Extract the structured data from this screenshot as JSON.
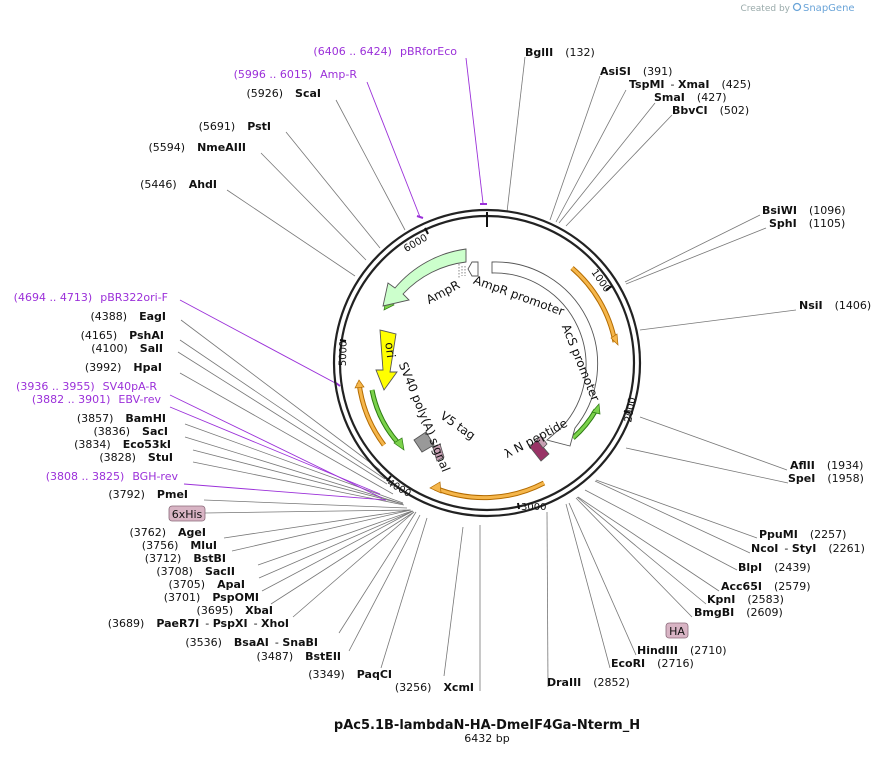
{
  "title": "pAc5.1B-lambdaN-HA-DmeIF4Ga-Nterm_H",
  "subtitle": "6432 bp",
  "credit": {
    "prefix": "Created by",
    "brand": "SnapGene"
  },
  "ticks": [
    {
      "label": "1000",
      "pos": 1000
    },
    {
      "label": "2000",
      "pos": 2000
    },
    {
      "label": "3000",
      "pos": 3000
    },
    {
      "label": "4000",
      "pos": 4000
    },
    {
      "label": "5000",
      "pos": 5000
    },
    {
      "label": "6000",
      "pos": 6000
    }
  ],
  "features": [
    {
      "name": "AmpR promoter",
      "color": "#ffffff"
    },
    {
      "name": "AmpR",
      "color": "#ccffcc"
    },
    {
      "name": "ori",
      "color": "#ffff00"
    },
    {
      "name": "SV40 poly(A) signal",
      "color": "#ffffff"
    },
    {
      "name": "V5 tag",
      "color": "#999999"
    },
    {
      "name": "λ N peptide",
      "color": "#993366"
    },
    {
      "name": "AcS promoter",
      "color": "#ffffff"
    },
    {
      "name": "HA",
      "color": "#c8a0b4"
    },
    {
      "name": "6xHis",
      "color": "#c8a0b4"
    }
  ],
  "sites": [
    {
      "name": "BglII",
      "pos": "(132)"
    },
    {
      "name": "AsiSI",
      "pos": "(391)"
    },
    {
      "name": "TspMI",
      "name2": "XmaI",
      "pos": "(425)"
    },
    {
      "name": "SmaI",
      "pos": "(427)"
    },
    {
      "name": "BbvCI",
      "pos": "(502)"
    },
    {
      "name": "BsiWI",
      "pos": "(1096)"
    },
    {
      "name": "SphI",
      "pos": "(1105)"
    },
    {
      "name": "NsiI",
      "pos": "(1406)"
    },
    {
      "name": "AflII",
      "pos": "(1934)"
    },
    {
      "name": "SpeI",
      "pos": "(1958)"
    },
    {
      "name": "PpuMI",
      "pos": "(2257)"
    },
    {
      "name": "NcoI",
      "name2": "StyI",
      "pos": "(2261)"
    },
    {
      "name": "BlpI",
      "pos": "(2439)"
    },
    {
      "name": "Acc65I",
      "pos": "(2579)"
    },
    {
      "name": "KpnI",
      "pos": "(2583)"
    },
    {
      "name": "BmgBI",
      "pos": "(2609)"
    },
    {
      "name": "HindIII",
      "pos": "(2710)"
    },
    {
      "name": "EcoRI",
      "pos": "(2716)"
    },
    {
      "name": "DraIII",
      "pos": "(2852)"
    },
    {
      "name": "XcmI",
      "pos": "(3256)"
    },
    {
      "name": "PaqCI",
      "pos": "(3349)"
    },
    {
      "name": "BstEII",
      "pos": "(3487)"
    },
    {
      "name": "BsaAI",
      "name2": "SnaBI",
      "pos": "(3536)"
    },
    {
      "name": "PaeR7I",
      "name2": "PspXI",
      "name3": "XhoI",
      "pos": "(3689)"
    },
    {
      "name": "XbaI",
      "pos": "(3695)"
    },
    {
      "name": "PspOMI",
      "pos": "(3701)"
    },
    {
      "name": "ApaI",
      "pos": "(3705)"
    },
    {
      "name": "SacII",
      "pos": "(3708)"
    },
    {
      "name": "BstBI",
      "pos": "(3712)"
    },
    {
      "name": "MluI",
      "pos": "(3756)"
    },
    {
      "name": "AgeI",
      "pos": "(3762)"
    },
    {
      "name": "PmeI",
      "pos": "(3792)"
    },
    {
      "name": "StuI",
      "pos": "(3828)"
    },
    {
      "name": "Eco53kI",
      "pos": "(3834)"
    },
    {
      "name": "SacI",
      "pos": "(3836)"
    },
    {
      "name": "BamHI",
      "pos": "(3857)"
    },
    {
      "name": "HpaI",
      "pos": "(3992)"
    },
    {
      "name": "SalI",
      "pos": "(4100)"
    },
    {
      "name": "PshAI",
      "pos": "(4165)"
    },
    {
      "name": "EagI",
      "pos": "(4388)"
    },
    {
      "name": "AhdI",
      "pos": "(5446)"
    },
    {
      "name": "NmeAIII",
      "pos": "(5594)"
    },
    {
      "name": "PstI",
      "pos": "(5691)"
    },
    {
      "name": "ScaI",
      "pos": "(5926)"
    }
  ],
  "primers": [
    {
      "range": "(6406 .. 6424)",
      "name": "pBRforEco"
    },
    {
      "range": "(5996 .. 6015)",
      "name": "Amp-R"
    },
    {
      "range": "(4694 .. 4713)",
      "name": "pBR322ori-F"
    },
    {
      "range": "(3936 .. 3955)",
      "name": "SV40pA-R"
    },
    {
      "range": "(3882 .. 3901)",
      "name": "EBV-rev"
    },
    {
      "range": "(3808 .. 3825)",
      "name": "BGH-rev"
    }
  ]
}
